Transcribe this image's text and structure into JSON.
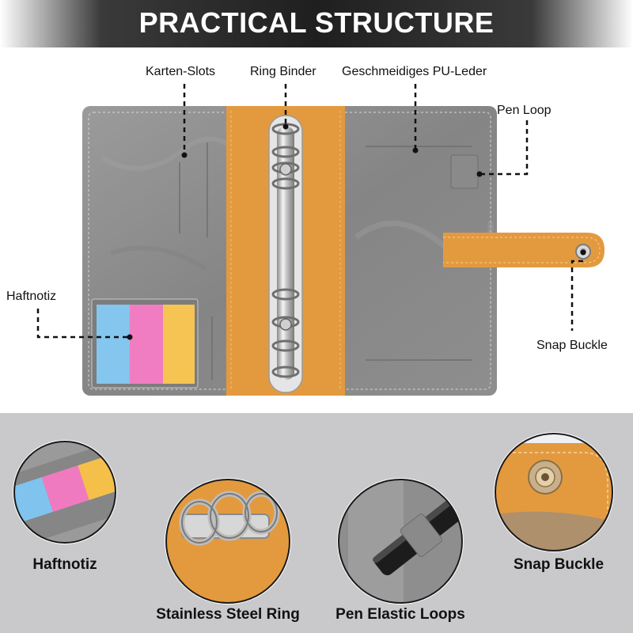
{
  "header": {
    "title": "PRACTICAL STRUCTURE"
  },
  "callouts": {
    "card_slots": "Karten-Slots",
    "ring_binder": "Ring Binder",
    "pu_leather": "Geschmeidiges PU-Leder",
    "pen_loop": "Pen Loop",
    "sticky_notes": "Haftnotiz",
    "snap_buckle": "Snap Buckle"
  },
  "details": {
    "sticky_notes": "Haftnotiz",
    "steel_ring": "Stainless Steel Ring",
    "pen_loops": "Pen Elastic Loops",
    "snap_buckle": "Snap Buckle"
  },
  "colors": {
    "leather_grey": "#8f8f8f",
    "orange_lining": "#e39a3f",
    "note_blue": "#7fc3ee",
    "note_pink": "#f07ac0",
    "note_yellow": "#f5c04a"
  }
}
